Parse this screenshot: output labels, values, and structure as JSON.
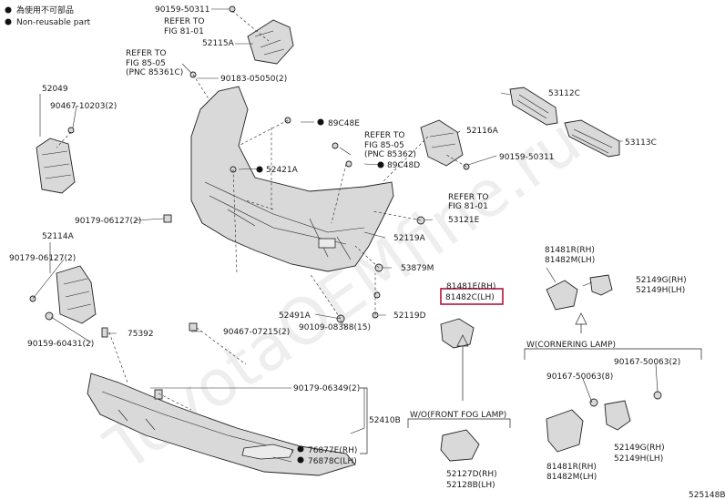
{
  "legend": {
    "symbol1_label": "為使用不可部品",
    "symbol2_label": "Non-reusable part"
  },
  "labels": [
    {
      "id": "l01",
      "text": "90159-50311"
    },
    {
      "id": "l02",
      "text": "REFER TO"
    },
    {
      "id": "l03",
      "text": "FIG 81-01"
    },
    {
      "id": "l04",
      "text": "52115A"
    },
    {
      "id": "l05",
      "text": "REFER TO"
    },
    {
      "id": "l06",
      "text": "FIG 85-05"
    },
    {
      "id": "l07",
      "text": "(PNC 85361C)"
    },
    {
      "id": "l08",
      "text": "90183-05050(2)"
    },
    {
      "id": "l09",
      "text": "52049"
    },
    {
      "id": "l10",
      "text": "90467-10203(2)"
    },
    {
      "id": "l11",
      "text": "89C48E"
    },
    {
      "id": "l12",
      "text": "52116A"
    },
    {
      "id": "l13",
      "text": "REFER TO"
    },
    {
      "id": "l14",
      "text": "FIG 85-05"
    },
    {
      "id": "l15",
      "text": "(PNC 85362)"
    },
    {
      "id": "l16",
      "text": "89C48D"
    },
    {
      "id": "l17",
      "text": "90159-50311"
    },
    {
      "id": "l18",
      "text": "52421A"
    },
    {
      "id": "l19",
      "text": "REFER TO"
    },
    {
      "id": "l20",
      "text": "FIG 81-01"
    },
    {
      "id": "l21",
      "text": "53112C"
    },
    {
      "id": "l22",
      "text": "53113C"
    },
    {
      "id": "l23",
      "text": "90179-06127(2)"
    },
    {
      "id": "l24",
      "text": "53121E"
    },
    {
      "id": "l25",
      "text": "52114A"
    },
    {
      "id": "l26",
      "text": "52119A"
    },
    {
      "id": "l27",
      "text": "90179-06127(2)"
    },
    {
      "id": "l28",
      "text": "53879M"
    },
    {
      "id": "l29",
      "text": "81481R(RH)"
    },
    {
      "id": "l30",
      "text": "81482M(LH)"
    },
    {
      "id": "l31",
      "text": "81481E(RH)"
    },
    {
      "id": "l32",
      "text": "81482C(LH)"
    },
    {
      "id": "l33",
      "text": "52149G(RH)"
    },
    {
      "id": "l34",
      "text": "52149H(LH)"
    },
    {
      "id": "l35",
      "text": "52491A"
    },
    {
      "id": "l36",
      "text": "52119D"
    },
    {
      "id": "l37",
      "text": "90159-60431(2)"
    },
    {
      "id": "l38",
      "text": "75392"
    },
    {
      "id": "l39",
      "text": "90467-07215(2)"
    },
    {
      "id": "l40",
      "text": "90109-08388(15)"
    },
    {
      "id": "l41",
      "text": "W(CORNERING LAMP)"
    },
    {
      "id": "l42",
      "text": "90167-50063(8)"
    },
    {
      "id": "l43",
      "text": "90167-50063(2)"
    },
    {
      "id": "l44",
      "text": "90179-06349(2)"
    },
    {
      "id": "l45",
      "text": "52410B"
    },
    {
      "id": "l46",
      "text": "W/O(FRONT FOG LAMP)"
    },
    {
      "id": "l47",
      "text": "76877E(RH)"
    },
    {
      "id": "l48",
      "text": "76878C(LH)"
    },
    {
      "id": "l49",
      "text": "81481R(RH)"
    },
    {
      "id": "l50",
      "text": "81482M(LH)"
    },
    {
      "id": "l51",
      "text": "52149G(RH)"
    },
    {
      "id": "l52",
      "text": "52149H(LH)"
    },
    {
      "id": "l53",
      "text": "52127D(RH)"
    },
    {
      "id": "l54",
      "text": "52128B(LH)"
    },
    {
      "id": "l55",
      "text": "525148B"
    }
  ],
  "highlighted_part": "81482C(LH)",
  "watermark": "ToyotaOEMfine.ru",
  "colors": {
    "highlight": "#b0143c",
    "part_fill": "#d9d9d9",
    "ink": "#222222"
  }
}
